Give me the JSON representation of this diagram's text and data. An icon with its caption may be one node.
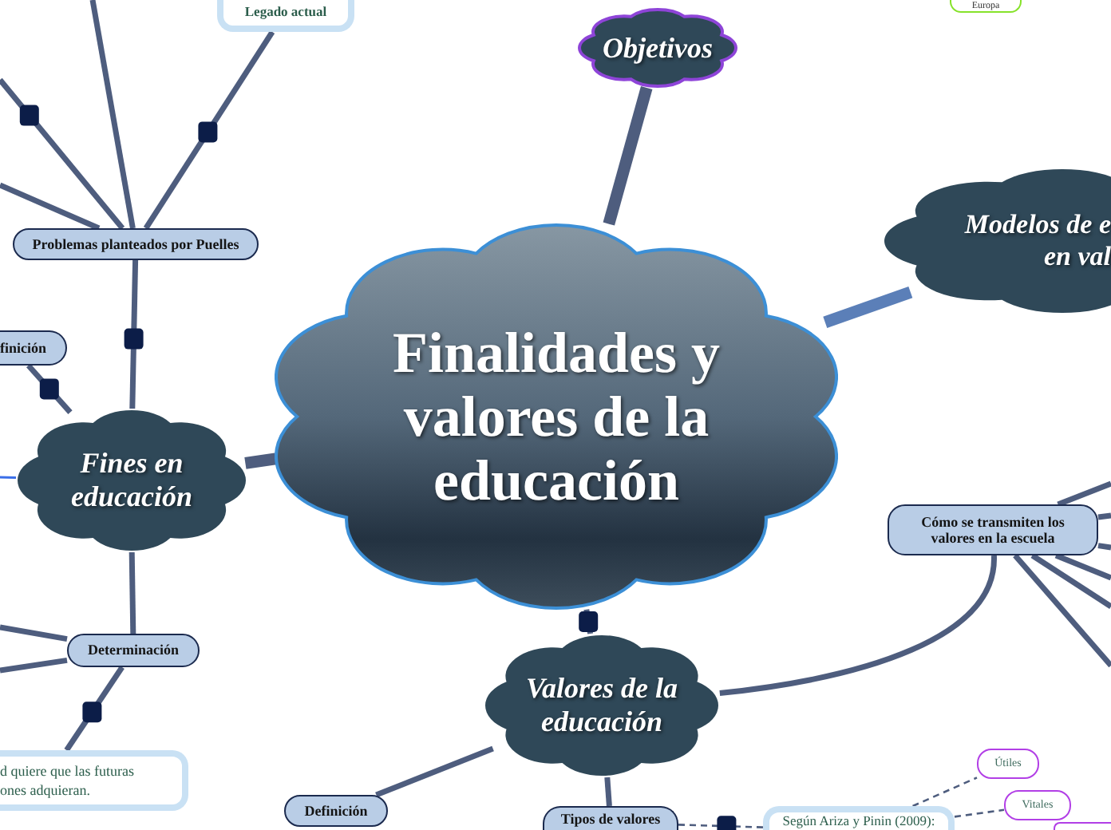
{
  "diagram": {
    "nodes": [
      {
        "text": [
          "Finalidades y valores de la educación"
        ]
      },
      {
        "text": [
          "Objetivos"
        ]
      },
      {
        "text": [
          "Modelos de e en val"
        ]
      },
      {
        "text": [
          "Problemas planteados por Puelles"
        ]
      },
      {
        "text": [
          "Legado actual"
        ]
      },
      {
        "text": [
          "finición"
        ]
      },
      {
        "text": [
          "Fines en educación"
        ]
      },
      {
        "text": [
          "Determinación"
        ]
      },
      {
        "text": [
          "d quiere que las futuras ones adquieran."
        ]
      },
      {
        "text": [
          "Valores de la educación"
        ]
      },
      {
        "text": [
          "Definición"
        ]
      },
      {
        "text": [
          "Tipos de valores"
        ]
      },
      {
        "text": [
          "Según Ariza y Pinin (2009):"
        ]
      },
      {
        "text": [
          "Útiles"
        ]
      },
      {
        "text": [
          "Vitales"
        ]
      },
      {
        "text": [],
        "shape": "box"
      },
      {
        "text": [
          "Cómo se transmiten los valores en la escuela"
        ]
      },
      {
        "text": [
          "Europa"
        ]
      }
    ],
    "edges": [
      {
        "from": 0,
        "to": 1,
        "arrow": "none",
        "style": "thick"
      },
      {
        "from": 0,
        "to": 2,
        "arrow": "none",
        "style": "thick",
        "color": "#5b7fb8"
      },
      {
        "from": 0,
        "to": 6,
        "arrow": "none",
        "style": "thick"
      },
      {
        "from": 0,
        "to": 9,
        "arrow": "none"
      },
      {
        "from": 6,
        "to": 3,
        "arrow": "none"
      },
      {
        "from": 3,
        "to": 4,
        "arrow": "none"
      },
      {
        "from": 3,
        "to": null,
        "arrow": "none"
      },
      {
        "from": 3,
        "to": null,
        "arrow": "none"
      },
      {
        "from": 3,
        "to": null,
        "arrow": "none"
      },
      {
        "from": 6,
        "to": 5,
        "arrow": "none"
      },
      {
        "from": 6,
        "to": null,
        "arrow": "none",
        "color": "#3a6ee8"
      },
      {
        "from": 6,
        "to": 7,
        "arrow": "none"
      },
      {
        "from": 7,
        "to": null,
        "arrow": "none"
      },
      {
        "from": 7,
        "to": null,
        "arrow": "none"
      },
      {
        "from": 7,
        "to": 8,
        "arrow": "none"
      },
      {
        "from": 9,
        "to": 10,
        "arrow": "none"
      },
      {
        "from": 9,
        "to": 11,
        "arrow": "none"
      },
      {
        "from": 11,
        "to": 12,
        "arrow": "none",
        "style": "dashed"
      },
      {
        "from": 12,
        "to": 13,
        "arrow": "none",
        "style": "dashed"
      },
      {
        "from": 12,
        "to": 14,
        "arrow": "none",
        "style": "dashed"
      },
      {
        "from": 9,
        "to": 16,
        "arrow": "none"
      },
      {
        "from": 16,
        "to": null,
        "arrow": "none"
      },
      {
        "from": 16,
        "to": null,
        "arrow": "none"
      },
      {
        "from": 16,
        "to": null,
        "arrow": "none"
      },
      {
        "from": 16,
        "to": null,
        "arrow": "none"
      },
      {
        "from": 16,
        "to": null,
        "arrow": "none"
      },
      {
        "from": 16,
        "to": null,
        "arrow": "none"
      }
    ]
  }
}
